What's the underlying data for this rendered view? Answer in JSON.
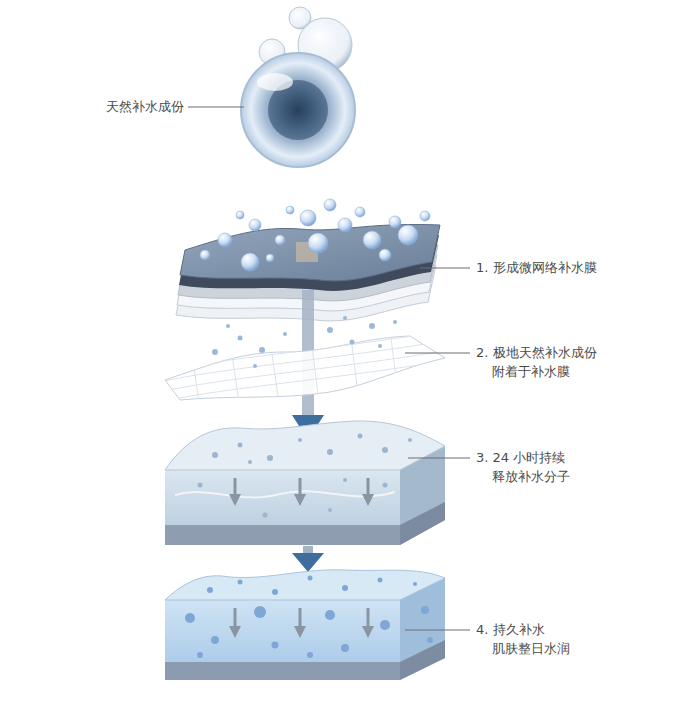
{
  "diagram": {
    "labels": [
      "天然补水成份",
      "1. 形成微网络补水膜",
      "2. 极地天然补水成份 附着于补水膜",
      "3. 24 小时持续 释放补水分子",
      "4. 持久补水 肌肤整日水润"
    ]
  }
}
